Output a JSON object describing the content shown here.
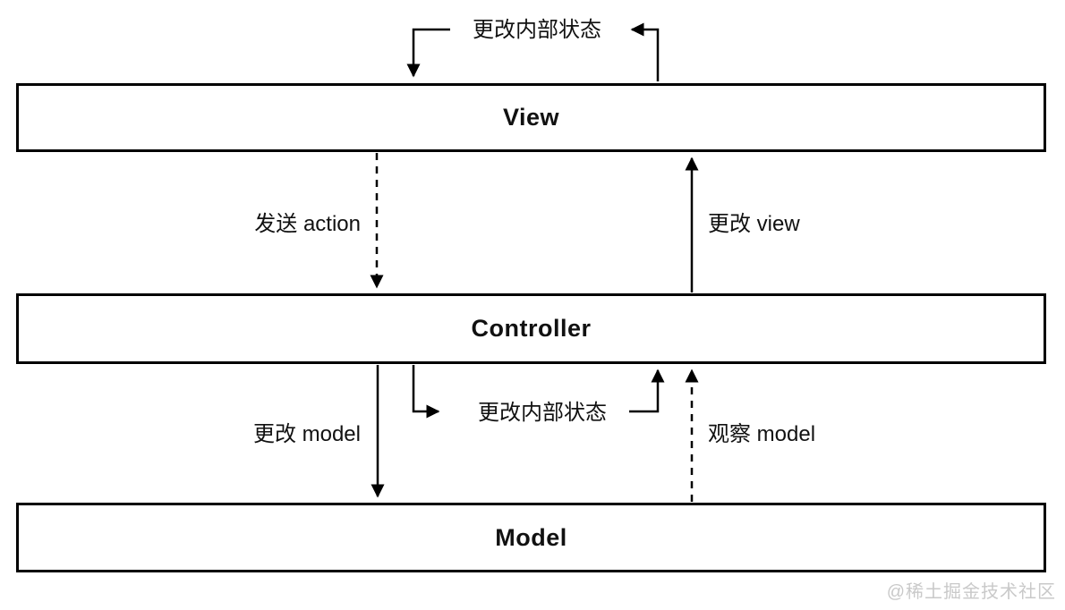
{
  "diagram": {
    "boxes": {
      "view": {
        "label": "View"
      },
      "controller": {
        "label": "Controller"
      },
      "model": {
        "label": "Model"
      }
    },
    "edges": {
      "view_self_loop": {
        "label": "更改内部状态",
        "style": "solid",
        "from": "View",
        "to": "View"
      },
      "send_action": {
        "label": "发送 action",
        "style": "dashed",
        "from": "View",
        "to": "Controller"
      },
      "update_view": {
        "label": "更改 view",
        "style": "solid",
        "from": "Controller",
        "to": "View"
      },
      "controller_self_loop": {
        "label": "更改内部状态",
        "style": "solid",
        "from": "Controller",
        "to": "Controller"
      },
      "update_model": {
        "label": "更改 model",
        "style": "solid",
        "from": "Controller",
        "to": "Model"
      },
      "observe_model": {
        "label": "观察 model",
        "style": "dashed",
        "from": "Model",
        "to": "Controller"
      }
    },
    "watermark": "@稀土掘金技术社区",
    "colors": {
      "line": "#000000",
      "background": "#ffffff",
      "box_fill": "#ffffff",
      "watermark": "#c9c9c9"
    }
  }
}
